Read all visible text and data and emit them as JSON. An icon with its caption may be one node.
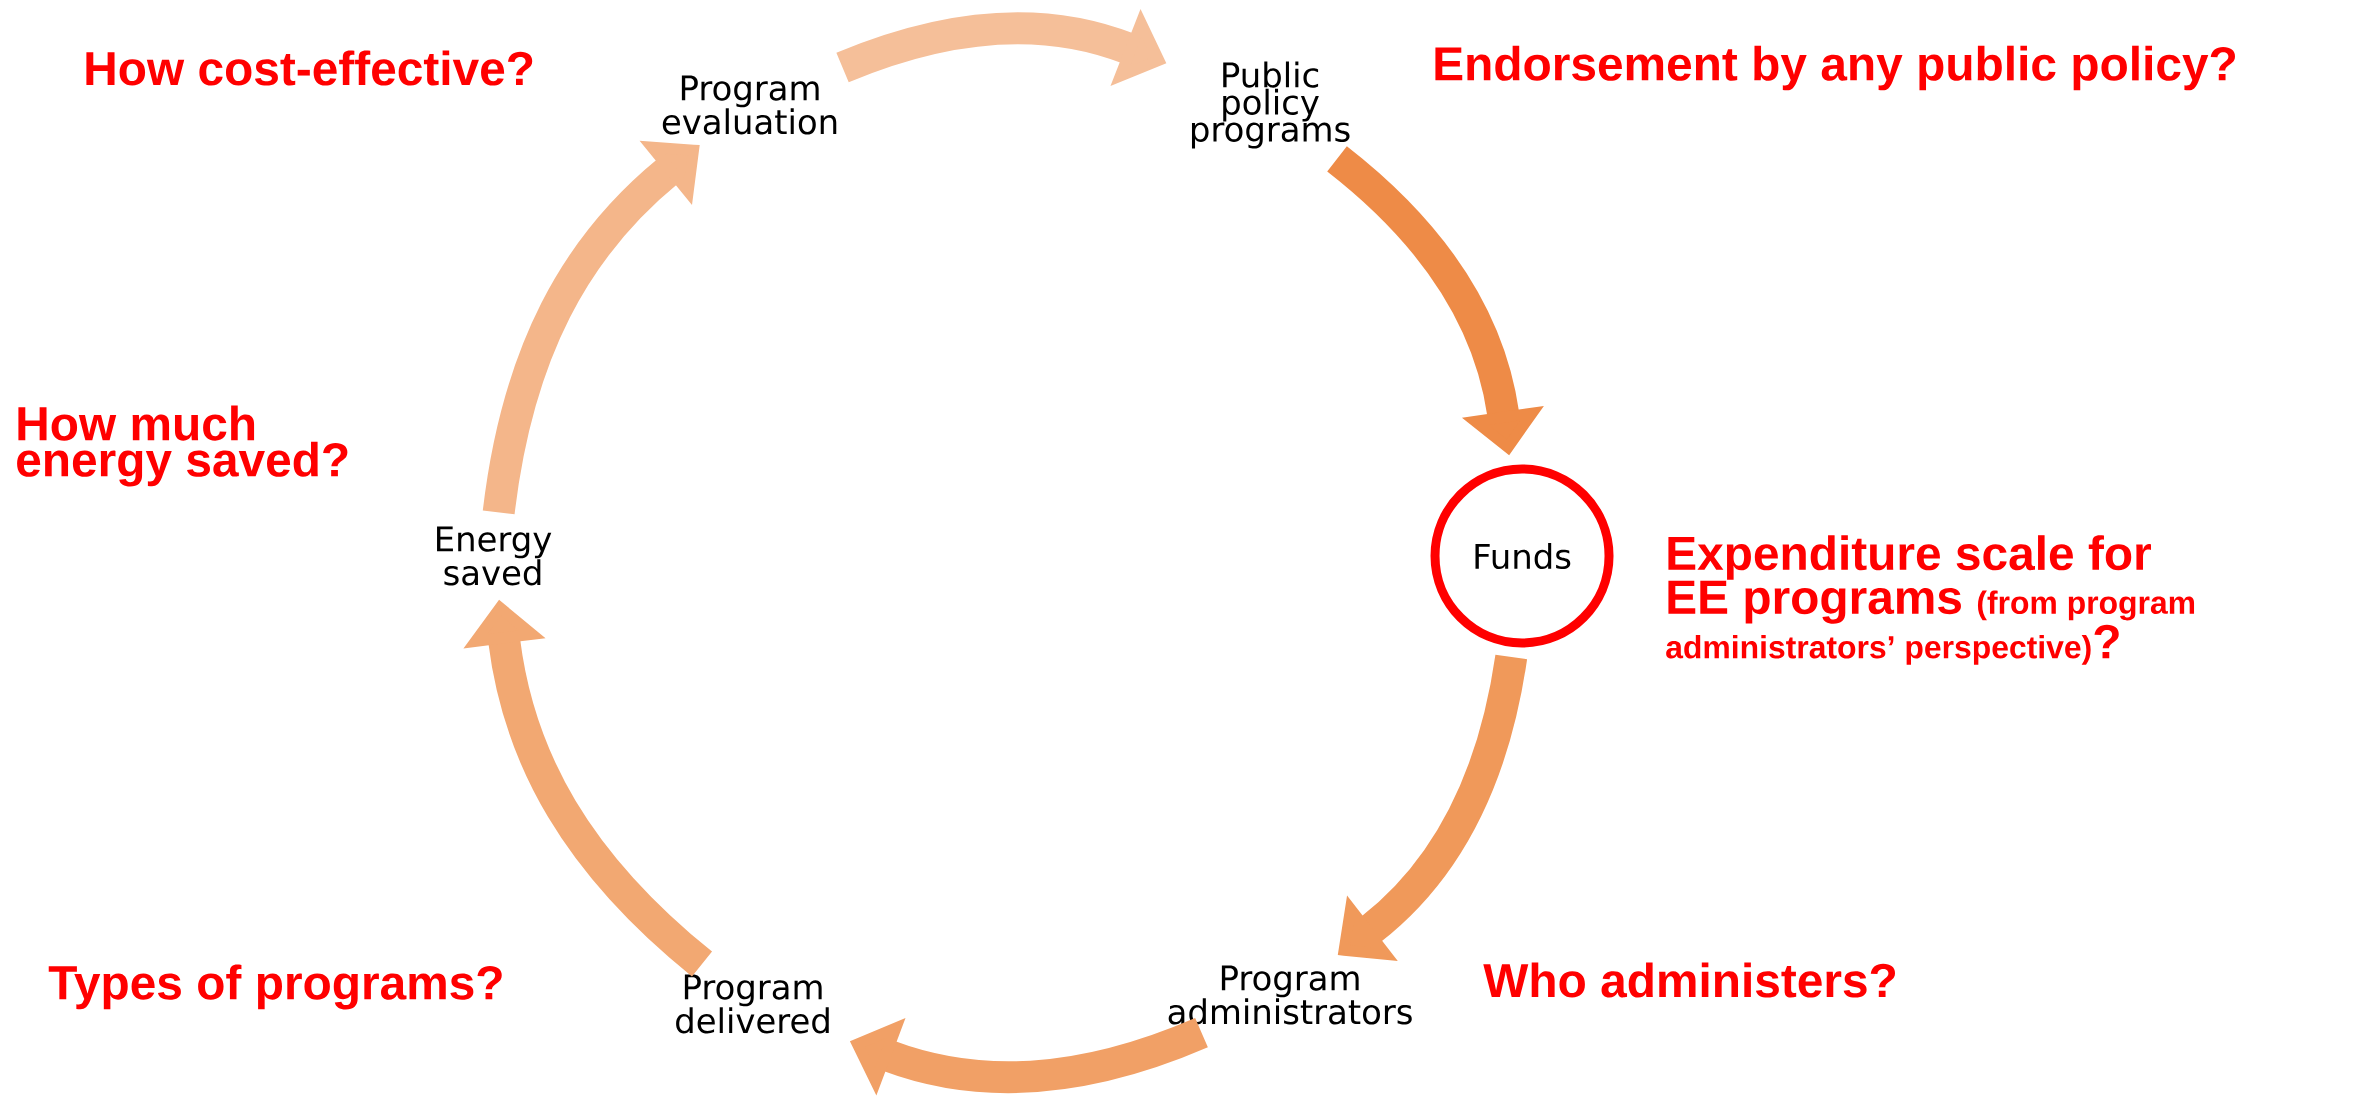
{
  "diagram": {
    "nodes": [
      {
        "text": [
          "Program evaluation"
        ]
      },
      {
        "text": [
          "Public policy programs"
        ]
      },
      {
        "text": [
          "Funds"
        ]
      },
      {
        "text": [
          "Program administrators"
        ]
      },
      {
        "text": [
          "Program delivered"
        ]
      },
      {
        "text": [
          "Energy saved"
        ]
      }
    ],
    "edges": [
      {
        "from": 0,
        "to": 1,
        "arrow": "to",
        "color": "#f5bf99"
      },
      {
        "from": 1,
        "to": 2,
        "arrow": "to",
        "color": "#ee8b47"
      },
      {
        "from": 2,
        "to": 3,
        "arrow": "to",
        "color": "#f0995a"
      },
      {
        "from": 3,
        "to": 4,
        "arrow": "to",
        "color": "#f1a066"
      },
      {
        "from": 4,
        "to": 5,
        "arrow": "to",
        "color": "#f2a872"
      },
      {
        "from": 5,
        "to": 0,
        "arrow": "to",
        "color": "#f4b68a"
      }
    ],
    "labels": [
      "How cost-effective?",
      "Endorsement by any public policy?",
      "How much energy saved?",
      "Expenditure scale for EE programs",
      "(from program administrators’ perspective)",
      "?",
      "Who administers?",
      "Types of programs?"
    ]
  }
}
